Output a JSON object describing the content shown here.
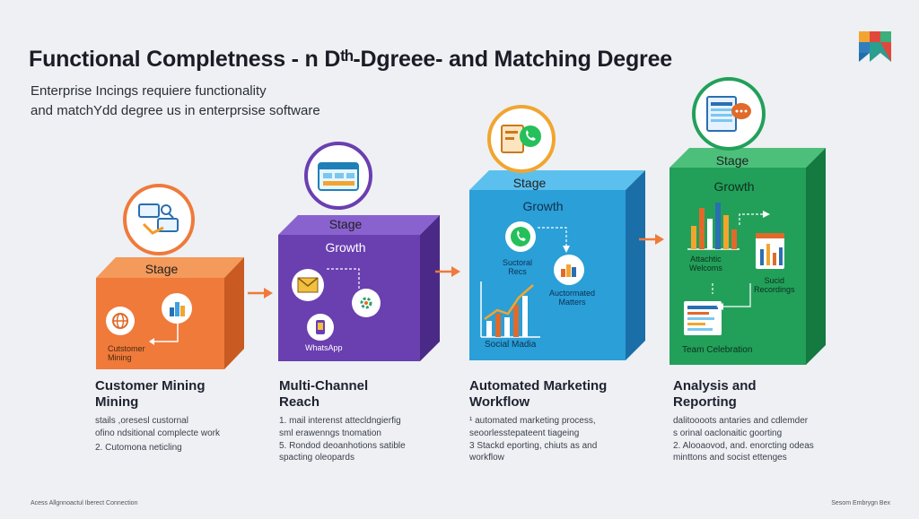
{
  "header": {
    "title": "Functional Completness - n Dᵗʰ-Dgreee- and Matching Degree",
    "subtitle_line1": "Enterprise Incings requiere functionality",
    "subtitle_line2": "and matchYdd degree us in enterprsise software"
  },
  "stages": [
    {
      "box_label_top": "Stage",
      "box_label_growth": "",
      "box_caption": "Cutstomer\nMining",
      "icon": "network-handshake-icon",
      "heading": "Customer Mining\nMining",
      "desc": [
        "stails ,oresesl custornal",
        "ofino ndsitional complecte work",
        "2. Cutomona neticling"
      ],
      "color": "#ef7a3a"
    },
    {
      "box_label_top": "Stage",
      "box_label_growth": "Growth",
      "box_caption": "WhatsApp",
      "icon": "browser-window-icon",
      "heading": "Multi-Channel\nReach",
      "desc": [
        "1. mail interenst attecldngierfig",
        "sml erawenngs tnomation",
        "5. Rondod deoanhotions satible",
        "spacting oleopards"
      ],
      "color": "#6a3fb0"
    },
    {
      "box_label_top": "Stage",
      "box_label_growth": "Growth",
      "box_caption": "Social Madia",
      "icon": "whatsapp-icon",
      "heading": "Automated Marketing\nWorkflow",
      "desc": [
        "¹ automated marketing process,",
        "seoorlesstepateent tiageing",
        "3 Stackd eporting, chiuts as and",
        "workflow"
      ],
      "color": "#2a9fd8",
      "inner_labels": [
        "Suctoral\nRecs",
        "Auctormated\nMatters"
      ]
    },
    {
      "box_label_top": "Stage",
      "box_label_growth": "Growth",
      "box_caption": "Team Celebration",
      "icon": "dashboard-chat-icon",
      "heading": "Analysis and\nReporting",
      "desc": [
        "dalitoooots antaries and cdlemder",
        "s orinal oaclonaitic goorting",
        "2. Alooaovod, and. enorcting odeas",
        "minttons and socist ettenges"
      ],
      "color": "#22a05a",
      "inner_labels": [
        "Attachtic\nWelcoms",
        "Sucid\nRecordings"
      ]
    }
  ],
  "footer": {
    "left": "Acess Allgnnoactul Iberect Connection",
    "right": "Sesom Embrygn Bex"
  }
}
